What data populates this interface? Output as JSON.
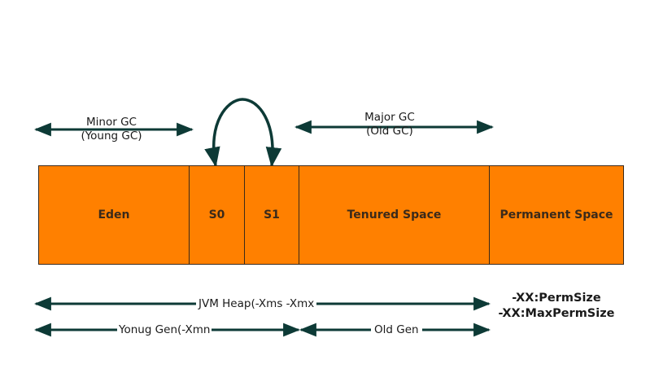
{
  "regions": {
    "eden": "Eden",
    "s0": "S0",
    "s1": "S1",
    "tenured": "Tenured Space",
    "permanent": "Permanent Space"
  },
  "minor_gc": {
    "line1": "Minor GC",
    "line2": "(Young GC)"
  },
  "major_gc": {
    "line1": "Major GC",
    "line2": "(Old GC)"
  },
  "heap": {
    "jvm_heap": "JVM Heap(-Xms -Xmx",
    "young_gen": "Yonug Gen(-Xmn",
    "old_gen": "Old Gen"
  },
  "perm": {
    "line1": "-XX:PermSize",
    "line2": "-XX:MaxPermSize"
  },
  "colors": {
    "box_fill": "#ff8000",
    "arrow": "#0d3a36"
  }
}
